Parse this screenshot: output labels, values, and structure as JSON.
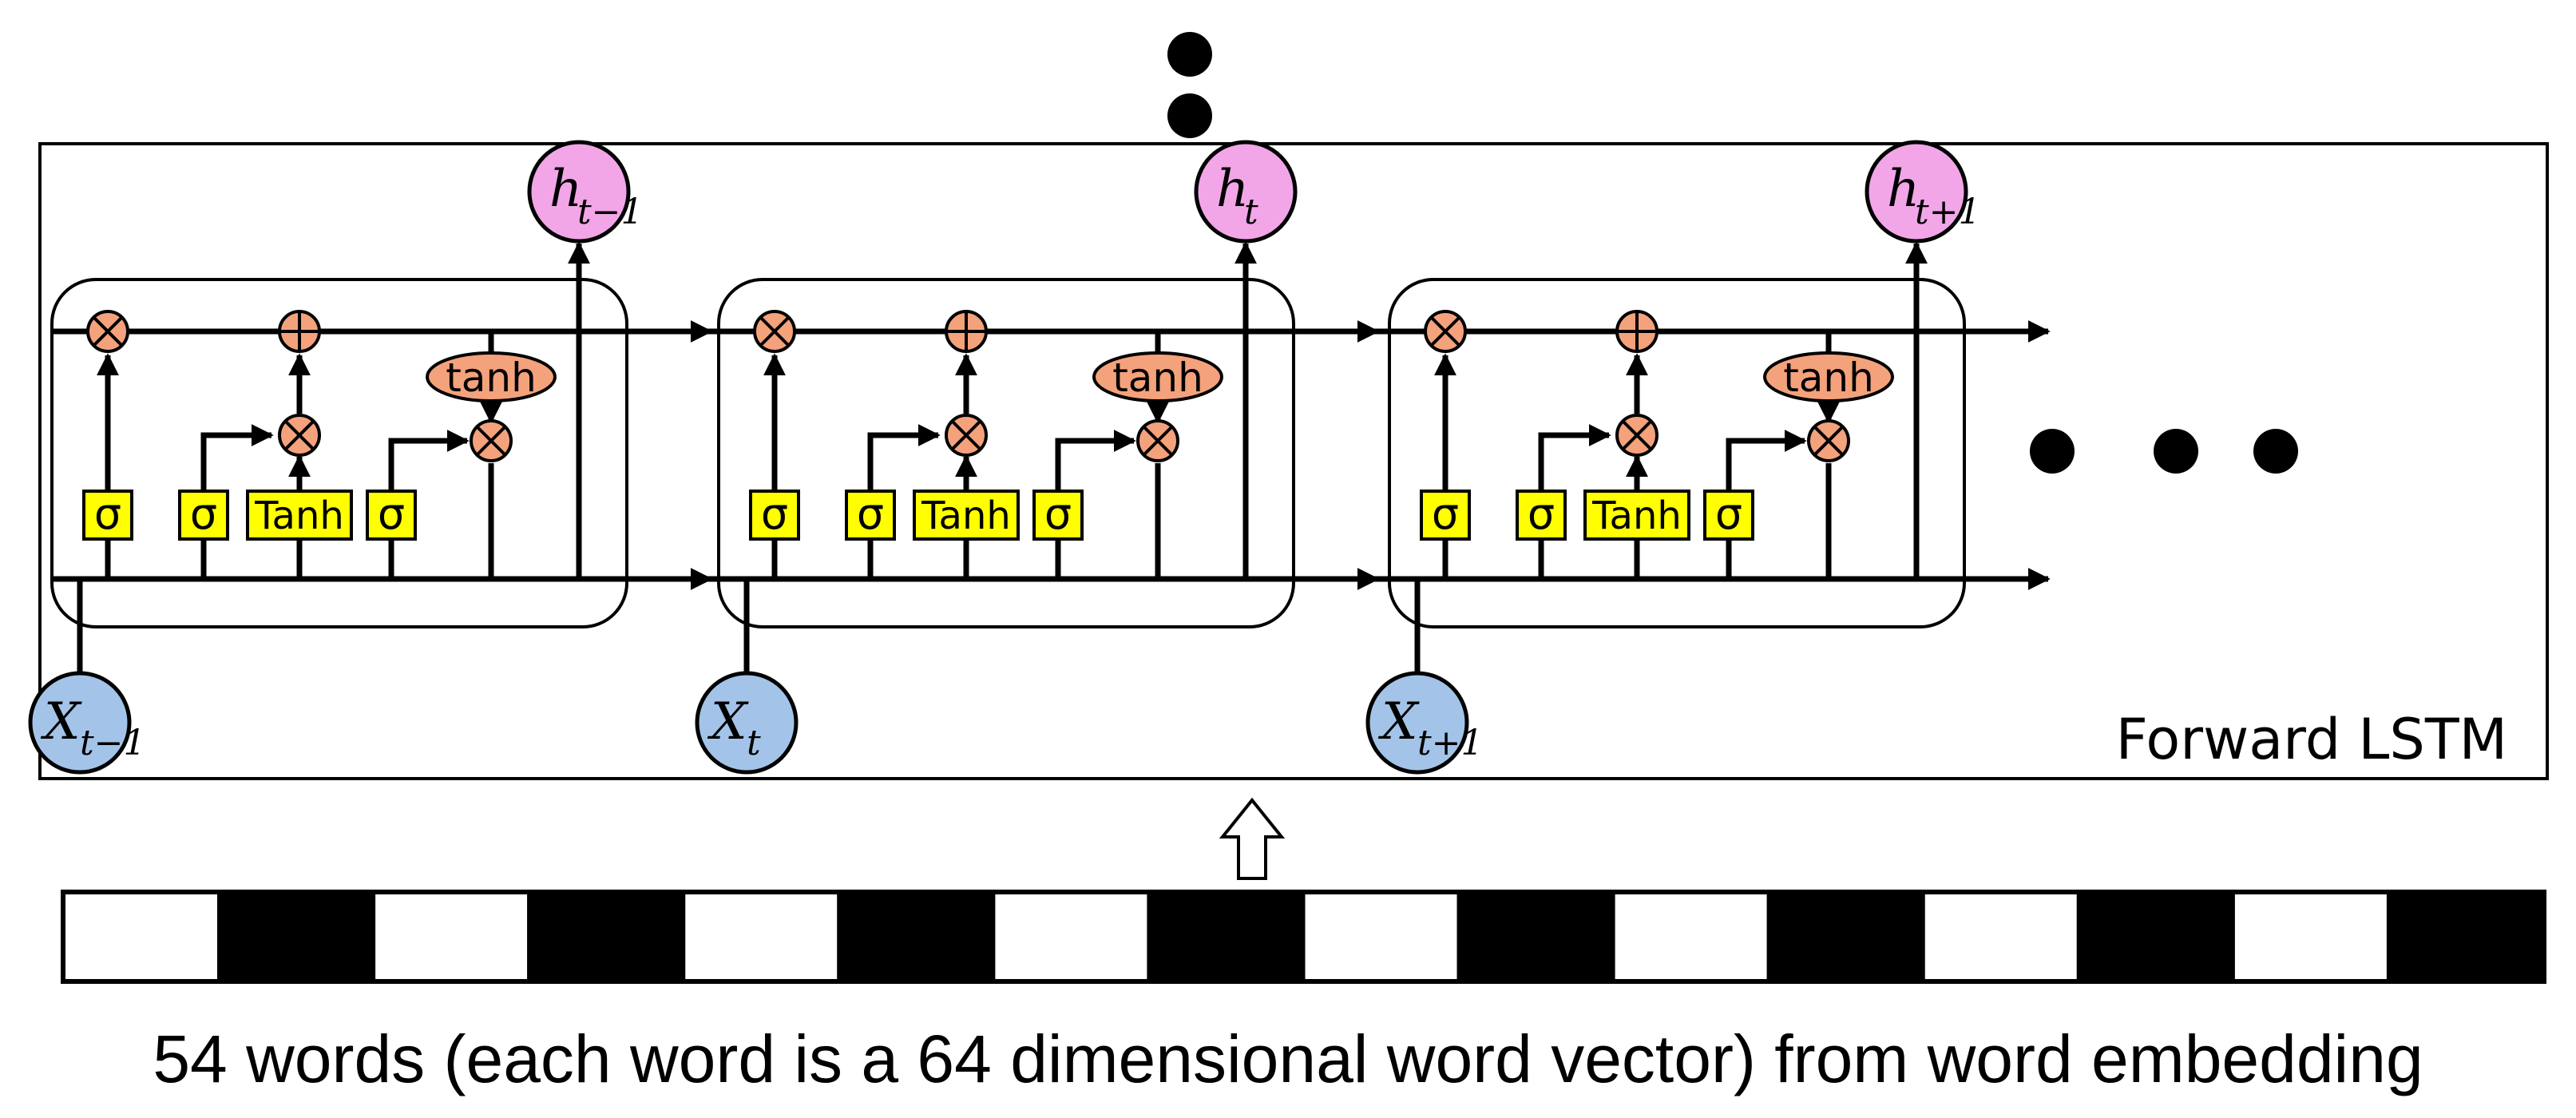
{
  "panel": {
    "label": "Forward LSTM"
  },
  "cells": [
    {
      "h_main": "h",
      "h_sub": "t−1",
      "x_main": "X",
      "x_sub": "t−1",
      "gates": [
        "σ",
        "σ",
        "Tanh",
        "σ"
      ],
      "tanh_label": "tanh"
    },
    {
      "h_main": "h",
      "h_sub": "t",
      "x_main": "X",
      "x_sub": "t",
      "gates": [
        "σ",
        "σ",
        "Tanh",
        "σ"
      ],
      "tanh_label": "tanh"
    },
    {
      "h_main": "h",
      "h_sub": "t+1",
      "x_main": "X",
      "x_sub": "t+1",
      "gates": [
        "σ",
        "σ",
        "Tanh",
        "σ"
      ],
      "tanh_label": "tanh"
    }
  ],
  "operators": {
    "multiply": "⊗",
    "add": "⊕"
  },
  "embedding_strip": {
    "segments": 16,
    "pattern": [
      "white",
      "black"
    ]
  },
  "caption": "54 words (each word is a 64 dimensional word vector) from word embedding",
  "colors": {
    "gate_fill": "#ffff00",
    "operator_fill": "#f4a27c",
    "hidden_node_fill": "#f2a6e8",
    "input_node_fill": "#a3c4e8"
  }
}
